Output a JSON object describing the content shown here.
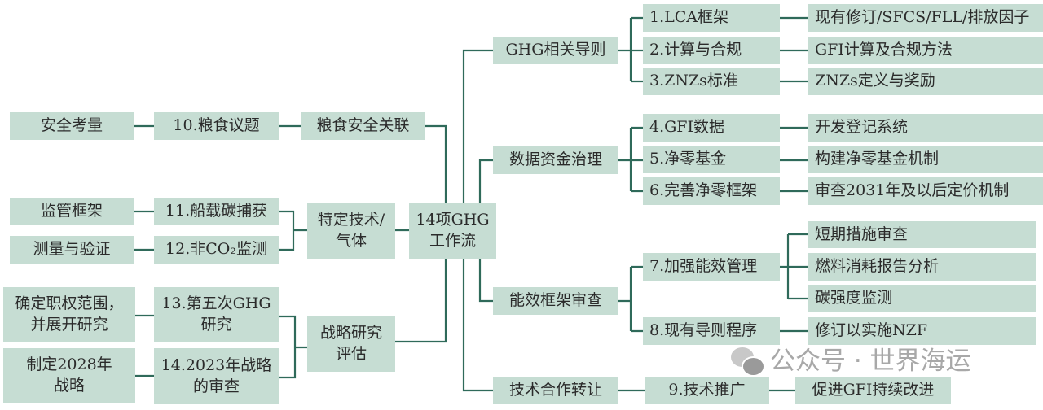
{
  "center": {
    "line1": "14项GHG",
    "line2": "工作流"
  },
  "left": {
    "food_link": "粮食安全关联",
    "tech_gas": {
      "line1": "特定技术/",
      "line2": "气体"
    },
    "strategy": {
      "line1": "战略研究",
      "line2": "评估"
    },
    "items": {
      "i10": "10.粮食议题",
      "i11": "11.船载碳捕获",
      "i12": "12.非CO₂监测",
      "i13": {
        "line1": "13.第五次GHG",
        "line2": "研究"
      },
      "i14": {
        "line1": "14.2023年战略",
        "line2": "的审查"
      }
    },
    "outcomes": {
      "o10": "安全考量",
      "o11": "监管框架",
      "o12": "测量与验证",
      "o13": {
        "line1": "确定职权范围，",
        "line2": "并展开研究"
      },
      "o14": {
        "line1": "制定2028年",
        "line2": "战略"
      }
    }
  },
  "right": {
    "ghg_guidelines": "GHG相关导则",
    "data_finance": "数据资金治理",
    "efficiency": "能效框架审查",
    "tech_transfer": "技术合作转让",
    "items": {
      "i1": "1.LCA框架",
      "i2": "2.计算与合规",
      "i3": "3.ZNZs标准",
      "i4": "4.GFI数据",
      "i5": "5.净零基金",
      "i6": "6.完善净零框架",
      "i7": "7.加强能效管理",
      "i8": "8.现有导则程序",
      "i9": "9.技术推广"
    },
    "outcomes": {
      "o1": "现有修订/SFCS/FLL/排放因子",
      "o2": "GFI计算及合规方法",
      "o3": "ZNZs定义与奖励",
      "o4": "开发登记系统",
      "o5": "构建净零基金机制",
      "o6": "审查2031年及以后定价机制",
      "o7a": "短期措施审查",
      "o7b": "燃料消耗报告分析",
      "o7c": "碳强度监测",
      "o8": "修订以实施NZF",
      "o9": "促进GFI持续改进"
    }
  },
  "watermark": "公众号 · 世界海运",
  "colors": {
    "box": "#c6ddd3",
    "line": "#2f6a5a"
  }
}
